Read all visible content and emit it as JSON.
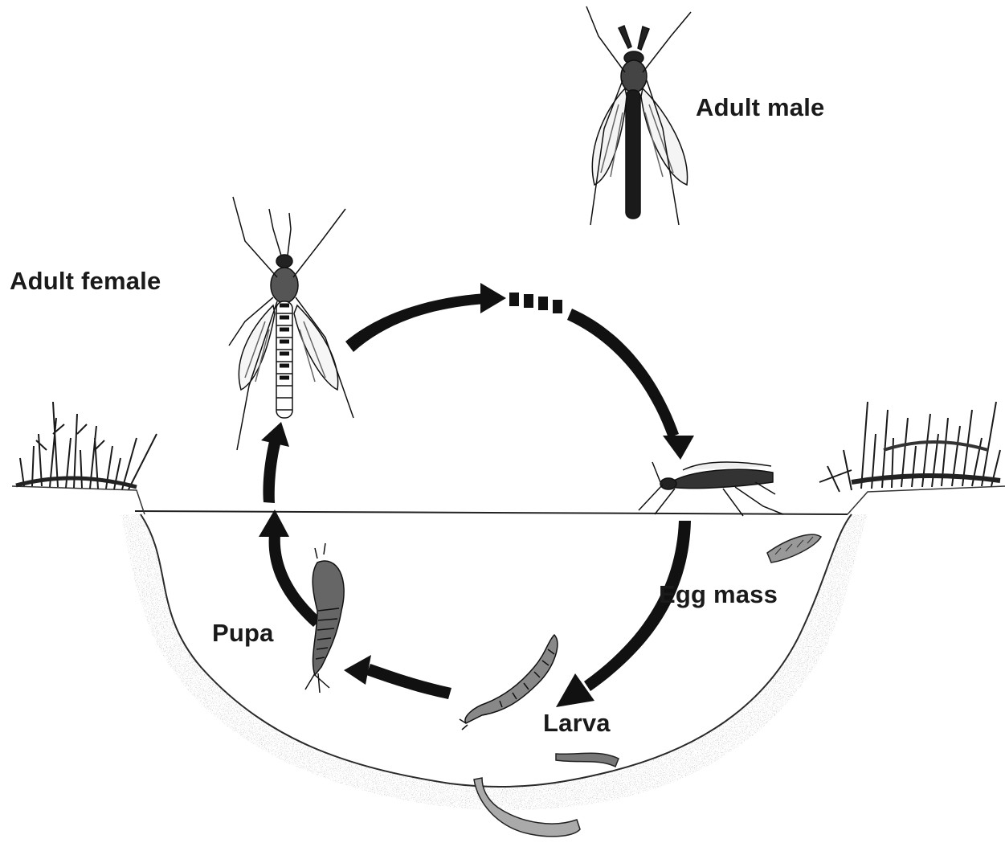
{
  "labels": {
    "adult_male": "Adult male",
    "adult_female": "Adult female",
    "egg_mass": "Egg mass",
    "pupa": "Pupa",
    "larva": "Larva"
  },
  "colors": {
    "ink": "#111111",
    "background": "#ffffff",
    "stipple": "#bdbdbd"
  }
}
